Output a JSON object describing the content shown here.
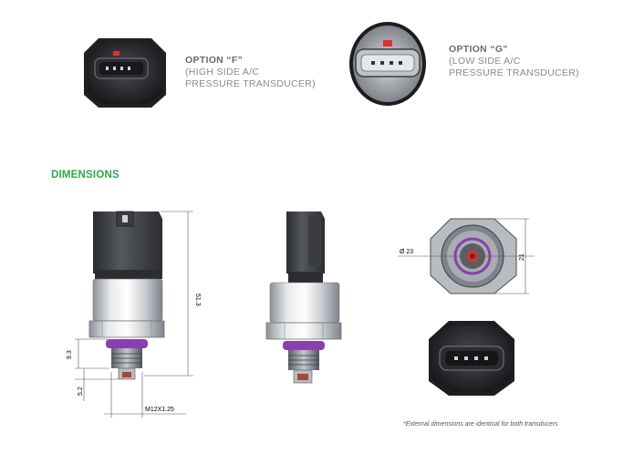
{
  "option_f": {
    "title": "OPTION “F”",
    "line1": "(HIGH SIDE A/C",
    "line2": "PRESSURE TRANSDUCER)"
  },
  "option_g": {
    "title": "OPTION “G”",
    "line1": "(LOW SIDE A/C",
    "line2": "PRESSURE TRANSDUCER)"
  },
  "section_heading": "DIMENSIONS",
  "dimensions": {
    "height_total": "51.3",
    "height_hex": "9.3",
    "height_thread": "5.2",
    "thread": "M12X1.25",
    "diameter": "Ø 23",
    "hex_width": "21"
  },
  "footnote": "*External dimensions are identical for both transducers",
  "colors": {
    "heading_green": "#2ea84a",
    "seal_purple": "#8a3fb0",
    "pin_red": "#e0302a"
  }
}
